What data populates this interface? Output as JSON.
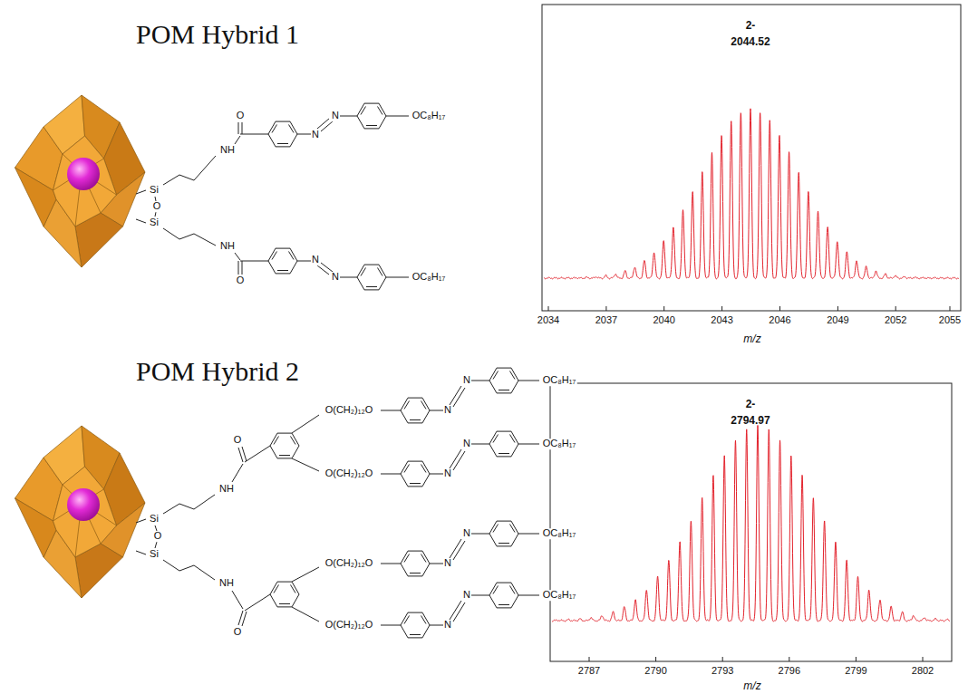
{
  "diagram": {
    "labels": [
      "POM Hybrid 1",
      "O",
      "NH",
      "N",
      "N",
      "OC₈H₁₇",
      "Si",
      "O",
      "Si",
      "NH",
      "O",
      "N",
      "N",
      "OC₈H₁₇",
      "2-",
      "2044.52",
      "2034",
      "2037",
      "2040",
      "2043",
      "2046",
      "2049",
      "2052",
      "2055",
      "m/z",
      "POM Hybrid 2",
      "O",
      "NH",
      "O(CH₂)₁₂O",
      "N",
      "N",
      "OC₈H₁₇",
      "O(CH₂)₁₂O",
      "N",
      "N",
      "OC₈H₁₇",
      "Si",
      "O",
      "Si",
      "NH",
      "O",
      "O(CH₂)₁₂O",
      "N",
      "N",
      "OC₈H₁₇",
      "O(CH₂)₁₂O",
      "N",
      "N",
      "OC₈H₁₇",
      "2-",
      "2794.97",
      "2787",
      "2790",
      "2793",
      "2796",
      "2799",
      "2802",
      "m/z"
    ]
  }
}
